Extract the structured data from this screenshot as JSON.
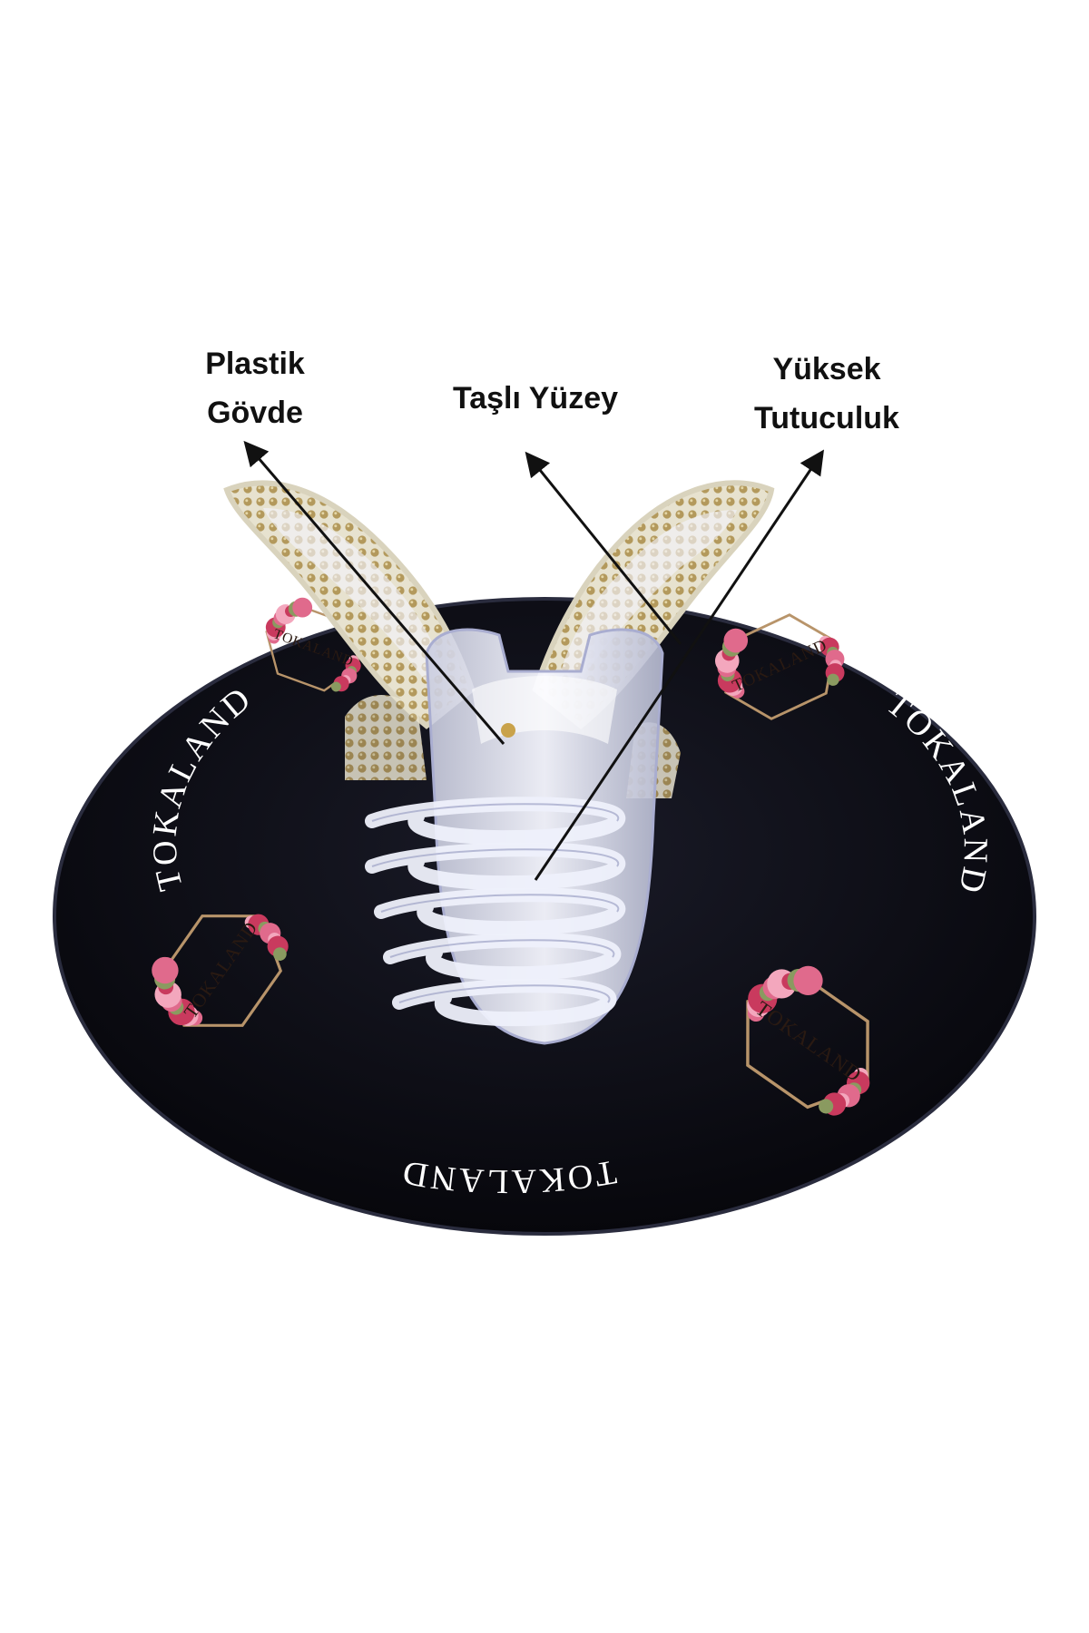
{
  "callouts": {
    "plastik_govde": {
      "line1": "Plastik",
      "line2": "Gövde"
    },
    "tasli_yuzey": {
      "label": "Taşlı Yüzey"
    },
    "yuksek_tutuculuk": {
      "line1": "Yüksek",
      "line2": "Tutuculuk"
    }
  },
  "brand": {
    "name": "TOKALAND",
    "plate_color": "#0b0b12",
    "badge_frame_color": "#b8946a",
    "flower_colors": [
      "#e06a8c",
      "#f3a7bd",
      "#c93a5e",
      "#8a9a60"
    ]
  },
  "product": {
    "body_color": "#e8eaf6",
    "rhinestone_color": "#b9a16a"
  },
  "icons": [
    "arrow-icon",
    "flower-wreath-icon"
  ]
}
